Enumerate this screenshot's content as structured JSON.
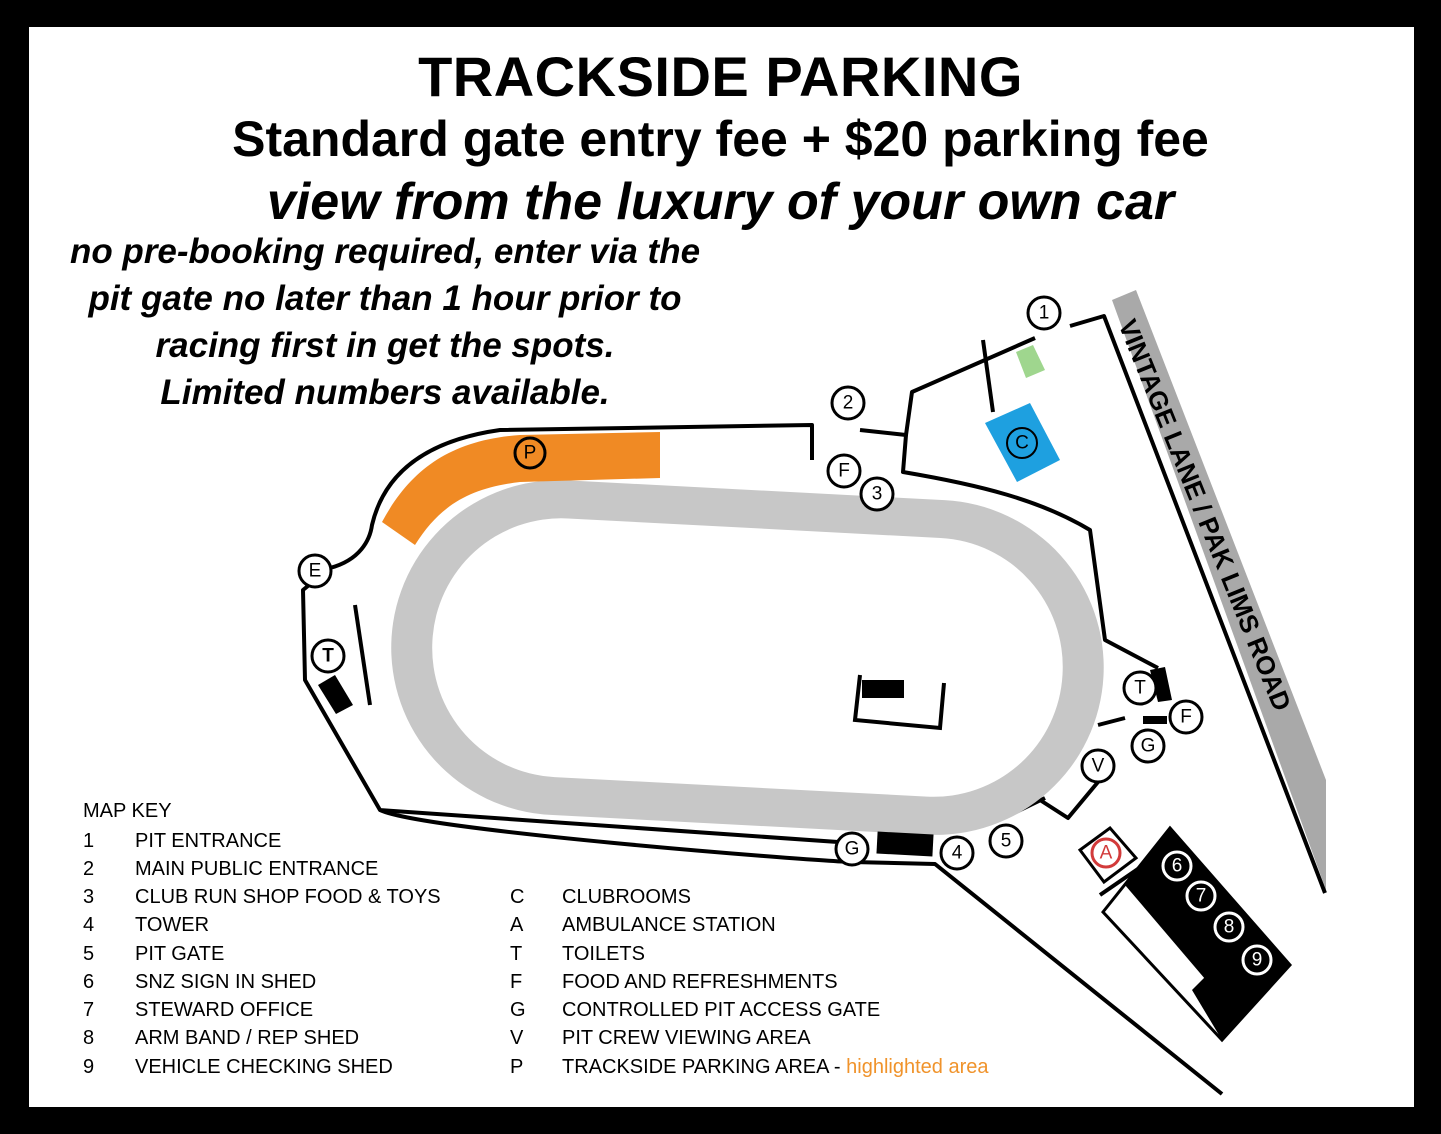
{
  "title": "TRACKSIDE PARKING",
  "fee_line": "Standard gate entry fee  + $20 parking fee",
  "tagline": "view from the luxury of your own car",
  "notes": [
    "no pre-booking required, enter via the",
    "pit gate no later than 1 hour prior to",
    "racing first in get the spots.",
    "Limited numbers available."
  ],
  "road_label": "VINTAGE LANE  /  PAK LIMS ROAD",
  "markers": {
    "m1": "1",
    "m2": "2",
    "m3": "3",
    "m4": "4",
    "m5": "5",
    "m6": "6",
    "m7": "7",
    "m8": "8",
    "m9": "9",
    "p": "P",
    "e": "E",
    "c": "C",
    "a": "A",
    "t_left": "T",
    "t_right": "T",
    "f_top": "F",
    "f_right": "F",
    "g_right": "G",
    "g_bottom": "G",
    "v": "V"
  },
  "colors": {
    "parking_area": "#f08a24",
    "clubrooms": "#1ea0e0",
    "green_marker": "#9fd68e",
    "track": "#c7c7c7",
    "road": "#a9a9a9",
    "ambulance": "#d23a3a",
    "highlight_text": "#f0932b"
  },
  "map_key": {
    "title": "MAP KEY",
    "numbered": [
      {
        "code": "1",
        "label": "PIT ENTRANCE"
      },
      {
        "code": "2",
        "label": "MAIN PUBLIC ENTRANCE"
      },
      {
        "code": "3",
        "label": "CLUB RUN SHOP FOOD & TOYS"
      },
      {
        "code": "4",
        "label": "TOWER"
      },
      {
        "code": "5",
        "label": "PIT GATE"
      },
      {
        "code": "6",
        "label": "SNZ SIGN IN SHED"
      },
      {
        "code": "7",
        "label": "STEWARD OFFICE"
      },
      {
        "code": "8",
        "label": "ARM BAND / REP SHED"
      },
      {
        "code": "9",
        "label": "VEHICLE CHECKING SHED"
      }
    ],
    "lettered": [
      {
        "code": "C",
        "label": "CLUBROOMS"
      },
      {
        "code": "A",
        "label": "AMBULANCE STATION"
      },
      {
        "code": "T",
        "label": "TOILETS"
      },
      {
        "code": "F",
        "label": "FOOD AND REFRESHMENTS"
      },
      {
        "code": "G",
        "label": "CONTROLLED PIT ACCESS GATE"
      },
      {
        "code": "V",
        "label": "PIT CREW VIEWING AREA"
      },
      {
        "code": "P",
        "label": "TRACKSIDE PARKING AREA - ",
        "highlight": "highlighted area"
      }
    ]
  }
}
